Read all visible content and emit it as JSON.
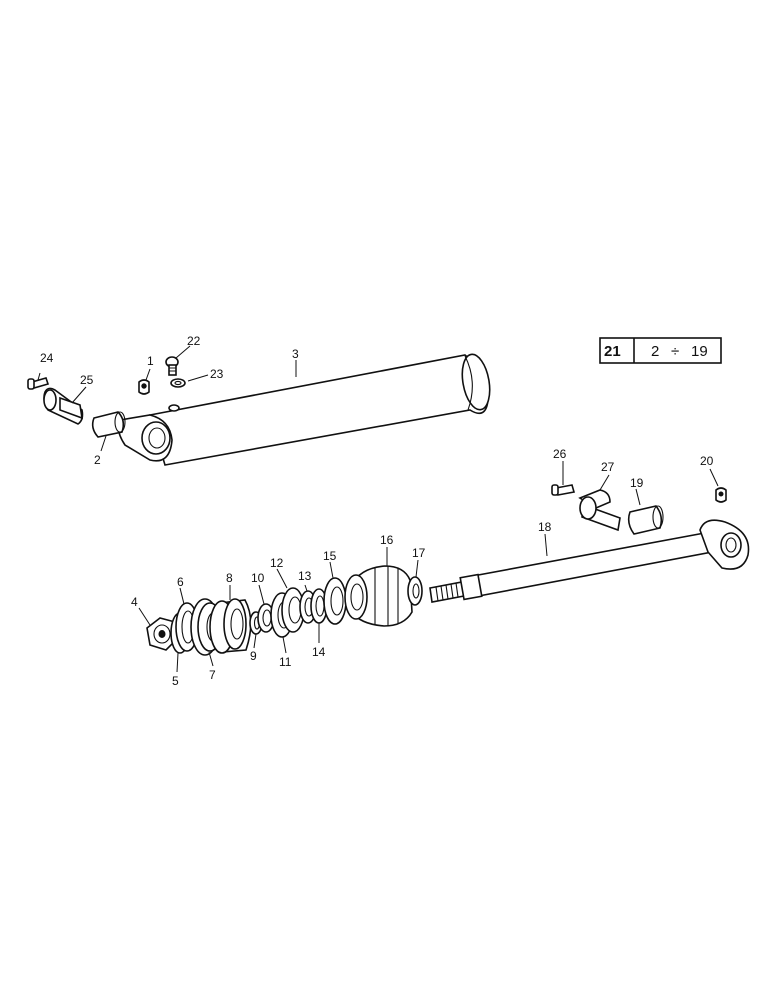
{
  "kit_box": {
    "kit_number": "21",
    "range_from": "2",
    "range_sep": "÷",
    "range_to": "19"
  },
  "labels": {
    "p1": "1",
    "p2": "2",
    "p3": "3",
    "p4": "4",
    "p5": "5",
    "p6": "6",
    "p7": "7",
    "p8": "8",
    "p9": "9",
    "p10": "10",
    "p11": "11",
    "p12": "12",
    "p13": "13",
    "p14": "14",
    "p15": "15",
    "p16": "16",
    "p17": "17",
    "p18": "18",
    "p19": "19",
    "p20": "20",
    "p22": "22",
    "p23": "23",
    "p24": "24",
    "p25": "25",
    "p26": "26",
    "p27": "27"
  }
}
